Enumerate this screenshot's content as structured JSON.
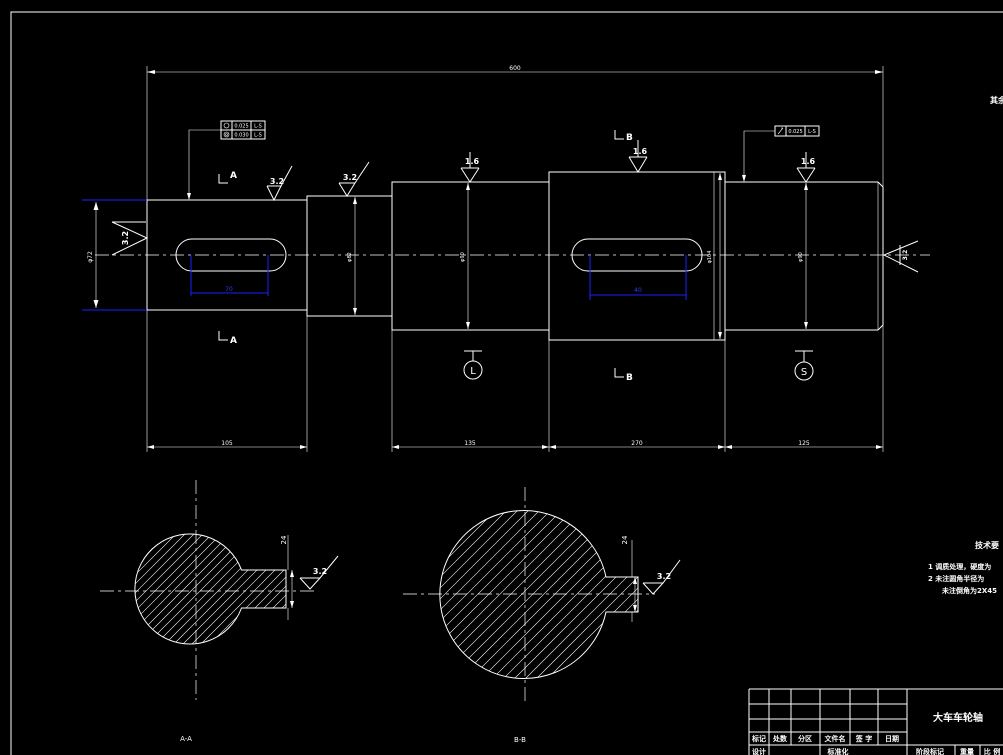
{
  "dimensions": {
    "overall_length": "600",
    "left_journal_length": "105",
    "section_l_length": "135",
    "section_b_length": "270",
    "right_length": "125",
    "left_keyway_length": "70",
    "mid_keyway_length": "40",
    "dia_left": "φ72",
    "dia_step": "φ82",
    "dia_l": "φ90",
    "dia_b": "φ104",
    "dia_r": "φ90",
    "key_a": "24",
    "key_b": "24"
  },
  "roughness": {
    "r_left_end": "3.2",
    "r_left_top": "3.2",
    "r_step": "3.2",
    "r_l": "1.6",
    "r_b": "1.6",
    "r_r": "1.6",
    "r_right_end": "3.2",
    "r_sec_a": "3.2",
    "r_sec_b": "3.2"
  },
  "tolerance_frames": {
    "frame1_row1_value": "0.025",
    "frame1_row1_datum": "L-S",
    "frame1_row2_value": "0.030",
    "frame1_row2_datum": "L-S",
    "frame2_value": "0.025",
    "frame2_datum": "L-S"
  },
  "sections": {
    "a_top": "A",
    "a_bottom": "A",
    "b_top": "B",
    "b_bottom": "B",
    "datum_l": "L",
    "datum_s": "S",
    "label_aa": "A-A",
    "label_bb": "B-B"
  },
  "notes": {
    "corner_note": "其余",
    "tech_title": "技术要",
    "note1": "1 调质处理，硬度为",
    "note2": "2 未注圆角半径为",
    "note3": "未注倒角为2X45"
  },
  "title_block": {
    "part_name": "大车车轮轴",
    "col_mark": "标记",
    "col_count": "处数",
    "col_zone": "分区",
    "col_docno": "文件名",
    "col_sign": "签 字",
    "col_date": "日期",
    "row_design": "设计",
    "row_std": "标准化",
    "row_stage": "阶段标记",
    "row_weight": "重量",
    "row_scale": "比 例"
  }
}
